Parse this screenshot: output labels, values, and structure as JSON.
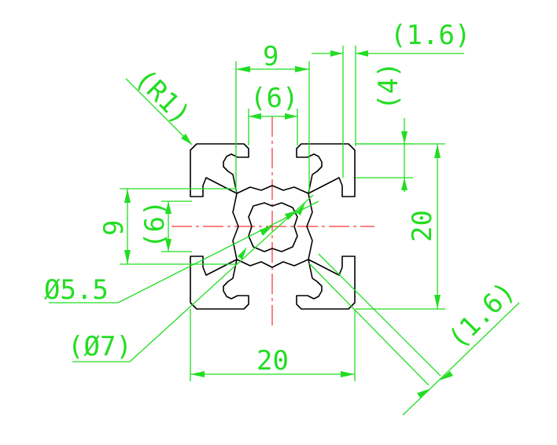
{
  "drawing": {
    "colors": {
      "dimension": "#22dd22",
      "profile": "#000000",
      "centerline": "#ff0000",
      "background": "#ffffff"
    },
    "labels": {
      "slot_width": "9",
      "slot_opening": "(6)",
      "wall_top": "(1.6)",
      "depth_4": "(4)",
      "height": "20",
      "width": "20",
      "left_slot": "9",
      "left_opening": "(6)",
      "corner_radius": "(R1)",
      "bore": "Ø5.5",
      "bore_outer": "(Ø7)",
      "wall_diag": "(1.6)"
    }
  }
}
